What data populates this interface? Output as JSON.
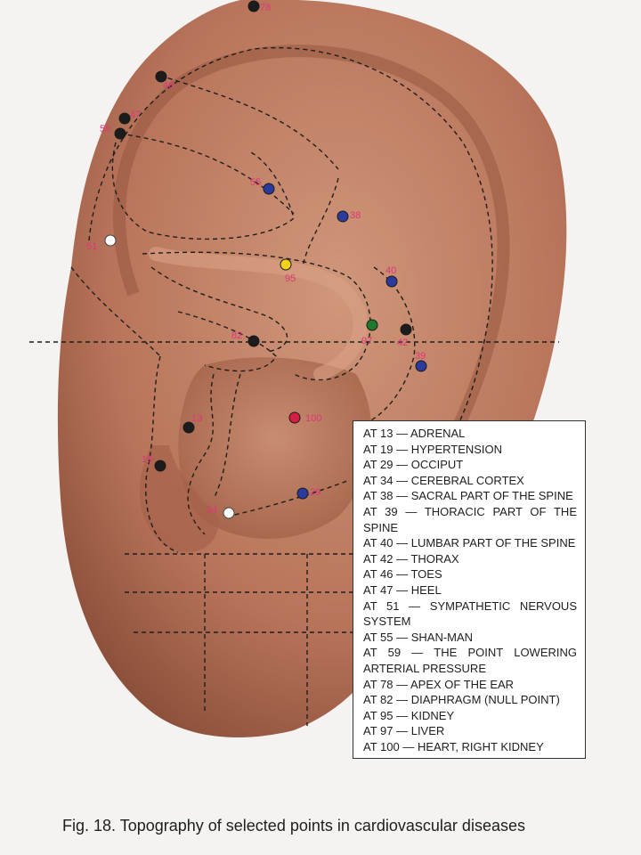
{
  "points": [
    {
      "id": "78",
      "label": "78",
      "color": "#1c1c1c"
    },
    {
      "id": "46",
      "label": "46",
      "color": "#1c1c1c"
    },
    {
      "id": "47",
      "label": "47",
      "color": "#1c1c1c"
    },
    {
      "id": "59",
      "label": "59",
      "color": "#1c1c1c"
    },
    {
      "id": "55",
      "label": "55",
      "color": "#2c3a9e"
    },
    {
      "id": "38",
      "label": "38",
      "color": "#2c3a9e"
    },
    {
      "id": "51",
      "label": "51",
      "color": "#ffffff"
    },
    {
      "id": "95",
      "label": "95",
      "color": "#f2d21b"
    },
    {
      "id": "40",
      "label": "40",
      "color": "#2c3a9e"
    },
    {
      "id": "97",
      "label": "97",
      "color": "#1f7a2c"
    },
    {
      "id": "42",
      "label": "42",
      "color": "#1c1c1c"
    },
    {
      "id": "82",
      "label": "82",
      "color": "#1c1c1c"
    },
    {
      "id": "39",
      "label": "39",
      "color": "#2c3a9e"
    },
    {
      "id": "13",
      "label": "13",
      "color": "#1c1c1c"
    },
    {
      "id": "100",
      "label": "100",
      "color": "#d41e46"
    },
    {
      "id": "19",
      "label": "19",
      "color": "#1c1c1c"
    },
    {
      "id": "29",
      "label": "29",
      "color": "#2c3a9e"
    },
    {
      "id": "34",
      "label": "34",
      "color": "#ffffff"
    }
  ],
  "legend": [
    "AT 13 — ADRENAL",
    "AT 19 — HYPERTENSION",
    "AT 29 — OCCIPUT",
    "AT 34 — CEREBRAL CORTEX",
    "AT 38 — SACRAL PART OF THE SPINE",
    "AT 39 — THORACIC PART OF THE SPINE",
    "AT 40 — LUMBAR PART OF THE SPINE",
    "AT 42 — THORAX",
    "AT 46 — TOES",
    "AT 47 — HEEL",
    "AT 51 — SYMPATHETIC NERVOUS SYSTEM",
    "AT 55 — SHAN-MAN",
    "AT 59 — THE POINT LOWERING ARTERIAL PRESSURE",
    "AT 78 — APEX OF THE EAR",
    "AT 82 — DIAPHRAGM (NULL POINT)",
    "AT 95 — KIDNEY",
    "AT 97 — LIVER",
    "AT 100 — HEART, RIGHT KIDNEY"
  ],
  "caption": "Fig. 18. Topography of selected points in cardiovascular diseases",
  "colors": {
    "skin": "#b8745a",
    "skin_dark": "#8a4e38",
    "label": "#e0357a"
  }
}
